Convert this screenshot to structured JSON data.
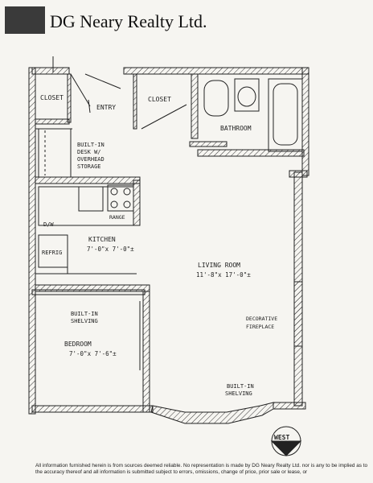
{
  "header": {
    "company": "DG Neary Realty Ltd."
  },
  "rooms": {
    "closet_left": "CLOSET",
    "entry": "ENTRY",
    "closet_right": "CLOSET",
    "bathroom": "BATHROOM",
    "desk_line1": "BUILT-IN",
    "desk_line2": "DESK W/",
    "desk_line3": "OVERHEAD",
    "desk_line4": "STORAGE",
    "range": "RANGE",
    "dw": "D/W",
    "refrig": "REFRIG",
    "kitchen": "KITCHEN",
    "kitchen_dim": "7'-0\"x 7'-0\"±",
    "living": "LIVING ROOM",
    "living_dim": "11'-8\"x 17'-0\"±",
    "shelving_line1": "BUILT-IN",
    "shelving_line2": "SHELVING",
    "fireplace_line1": "DECORATIVE",
    "fireplace_line2": "FIREPLACE",
    "bedroom": "BEDROOM",
    "bedroom_dim": "7'-0\"x 7'-6\"±",
    "shelving2_line1": "BUILT-IN",
    "shelving2_line2": "SHELVING",
    "compass": "WEST"
  },
  "footer": {
    "disclaimer": "All information furnished herein is from sources deemed reliable. No representation is made by DG Neary Realty Ltd. nor is any to be implied as to the accuracy thereof and all information is submitted subject to errors, omissions, change of price, prior sale or lease, or"
  }
}
